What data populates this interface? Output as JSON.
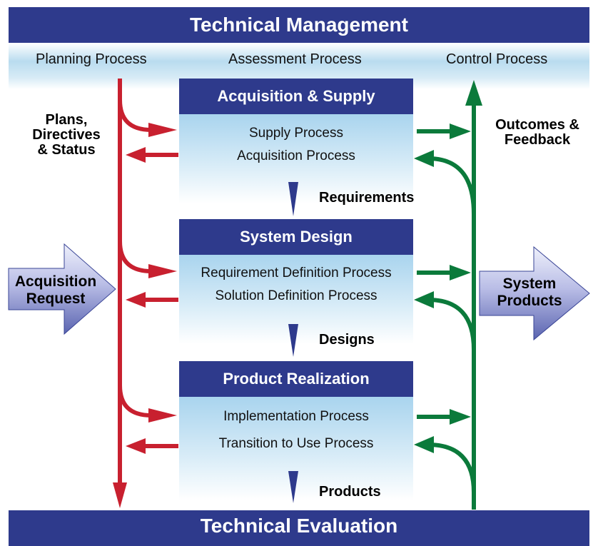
{
  "header": {
    "title": "Technical Management"
  },
  "footer": {
    "title": "Technical Evaluation"
  },
  "band": {
    "planning": "Planning Process",
    "assessment": "Assessment Process",
    "control": "Control Process"
  },
  "side": {
    "left_feedback": [
      "Plans,",
      "Directives",
      "& Status"
    ],
    "right_feedback": [
      "Outcomes &",
      "Feedback"
    ],
    "input": [
      "Acquisition",
      "Request"
    ],
    "output": [
      "System",
      "Products"
    ]
  },
  "stages": [
    {
      "title": "Acquisition & Supply",
      "processes": [
        "Supply Process",
        "Acquisition Process"
      ],
      "output": "Requirements"
    },
    {
      "title": "System Design",
      "processes": [
        "Requirement Definition Process",
        "Solution Definition Process"
      ],
      "output": "Designs"
    },
    {
      "title": "Product Realization",
      "processes": [
        "Implementation Process",
        "Transition to Use Process"
      ],
      "output": "Products"
    }
  ],
  "colors": {
    "navy": "#2e3a8c",
    "red": "#c8202f",
    "green": "#0b7a3b",
    "panel": "#bfe0f2"
  }
}
